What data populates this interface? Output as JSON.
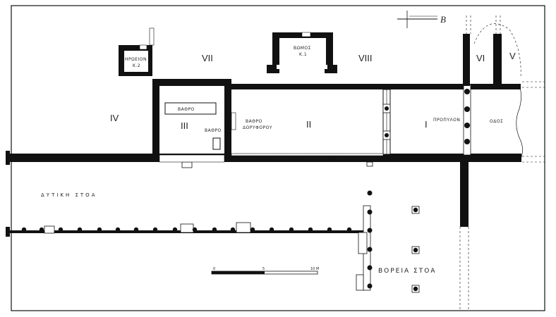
{
  "rooms": [
    {
      "id": "room-I",
      "numeral": "I"
    },
    {
      "id": "room-II",
      "numeral": "II"
    },
    {
      "id": "room-III",
      "numeral": "III"
    },
    {
      "id": "room-IV",
      "numeral": "IV"
    },
    {
      "id": "room-V",
      "numeral": "V"
    },
    {
      "id": "room-VI",
      "numeral": "VI"
    },
    {
      "id": "room-VII",
      "numeral": "VII"
    },
    {
      "id": "room-VIII",
      "numeral": "VIII"
    }
  ],
  "labels": {
    "bathro_top": "ΒΑΘΡΟ",
    "bathro_small": "ΒΑΘΡΟ",
    "bathro_doryphorou_1": "ΒΑΘΡΟ",
    "bathro_doryphorou_2": "ΔΟΡΥΦΟΡΟΥ",
    "propylon": "ΠΡΟΠΥΛΟΝ",
    "odos": "ΟΔΟΣ",
    "bomos_1": "ΒΩΜΟΣ",
    "bomos_2": "Κ.1",
    "heroon_1": "ΗΡΩΕΙΟΝ",
    "heroon_2": "Κ.2",
    "western_stoa": "ΔΥΤΙΚΗ ΣΤΟΑ",
    "northern_stoa": "ΒΟΡΕΙΑ ΣΤΟΑ"
  },
  "compass": {
    "label": "B"
  },
  "scale": {
    "ticks": [
      "0",
      "5",
      "10 Μ"
    ]
  }
}
